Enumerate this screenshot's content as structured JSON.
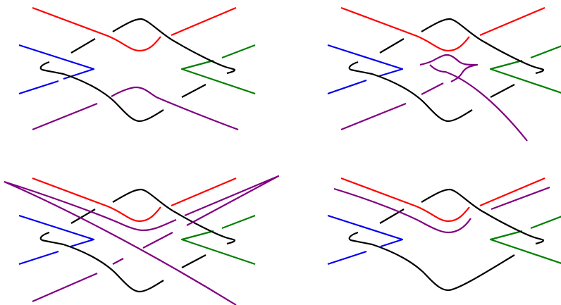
{
  "colors": {
    "red": "#ff0000",
    "blue": "#0000ee",
    "green": "#008000",
    "purple": "#800080",
    "black": "#000000"
  },
  "panels": [
    {
      "name": "panel-top-left",
      "strands": [
        "red",
        "blue",
        "green",
        "black",
        "purple"
      ]
    },
    {
      "name": "panel-top-right",
      "strands": [
        "red",
        "blue",
        "green",
        "black",
        "purple"
      ]
    },
    {
      "name": "panel-bottom-left",
      "strands": [
        "red",
        "blue",
        "green",
        "black",
        "purple"
      ]
    },
    {
      "name": "panel-bottom-right",
      "strands": [
        "red",
        "blue",
        "green",
        "black",
        "purple"
      ]
    }
  ]
}
